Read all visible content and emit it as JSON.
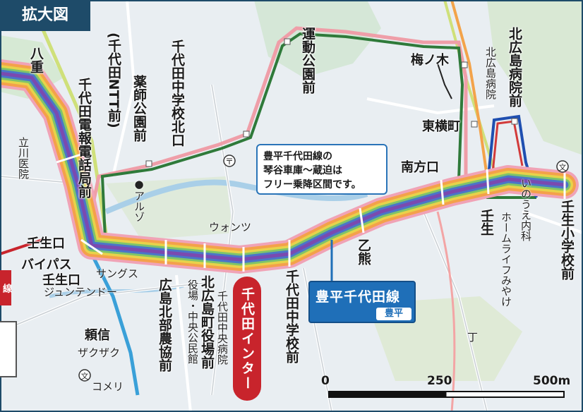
{
  "badge": {
    "title": "拡大図"
  },
  "notice": {
    "lines": [
      "豊平千代田線の",
      "琴谷車庫～蔵迫は",
      "フリー乗降区間です。"
    ]
  },
  "line_badge": {
    "name": "豊平千代田線",
    "sub": "豊平"
  },
  "ic_badge": {
    "label": "千代田インター"
  },
  "edge_tag": {
    "label": "線"
  },
  "scale": {
    "labels": [
      "0",
      "250",
      "500m"
    ]
  },
  "stops": [
    {
      "id": "hachie",
      "text": "八重"
    },
    {
      "id": "chiyoda-ntt",
      "text": "(千代田NTT前)"
    },
    {
      "id": "chiyoda-denwa",
      "text": "千代田電報電話局前"
    },
    {
      "id": "yakushi",
      "text": "薬師公園前"
    },
    {
      "id": "chugakko-kita",
      "text": "千代田中学校北口"
    },
    {
      "id": "undo-koen",
      "text": "運動公園前"
    },
    {
      "id": "umenoki",
      "text": "梅ノ木"
    },
    {
      "id": "higashi-yokomachi",
      "text": "東横町"
    },
    {
      "id": "kitahiroshima-byoin",
      "text": "北広島病院前"
    },
    {
      "id": "minamikatakuchi",
      "text": "南方口"
    },
    {
      "id": "mibu-shogakko",
      "text": "壬生小学校前"
    },
    {
      "id": "mibu",
      "text": "壬生"
    },
    {
      "id": "otsuguma",
      "text": "乙熊"
    },
    {
      "id": "chugakko-mae",
      "text": "千代田中学校前"
    },
    {
      "id": "kitahiroshima-yakuba",
      "text": "北広島町役場前"
    },
    {
      "id": "noukyo",
      "text": "広島北部農協前"
    },
    {
      "id": "mibuguchi",
      "text": "壬生口"
    },
    {
      "id": "bypass",
      "text": "バイパス"
    },
    {
      "id": "bypass2",
      "text": "壬生口"
    }
  ],
  "landmarks": [
    {
      "id": "tachikawa",
      "text": "立川医院"
    },
    {
      "id": "aruzu",
      "text": "●アルゾ"
    },
    {
      "id": "wontsu",
      "text": "ウォンツ"
    },
    {
      "id": "kitahiroshima-byoin-lm",
      "text": "北広島病院"
    },
    {
      "id": "inoue",
      "text": "いのうえ内科"
    },
    {
      "id": "homelife",
      "text": "ホームライフみやけ"
    },
    {
      "id": "sangusu",
      "text": "サングス"
    },
    {
      "id": "junten",
      "text": "ジュンテンドー"
    },
    {
      "id": "zakuzaku",
      "text": "ザクザク"
    },
    {
      "id": "yorinobu",
      "text": "頼信"
    },
    {
      "id": "komeri",
      "text": "コメリ"
    },
    {
      "id": "yakuba-kominkan",
      "text": "役場・中央公民館"
    },
    {
      "id": "chuo-byoin",
      "text": "千代田中央病院"
    },
    {
      "id": "cho",
      "text": "丁"
    }
  ],
  "symbols": {
    "post": "〒",
    "school": "文"
  },
  "colors": {
    "badge": "#1e4b69",
    "route_blue": "#1f6fb8",
    "ic_red": "#c8242c",
    "green": "#2f7a3a",
    "pink": "#f1a7a0"
  }
}
